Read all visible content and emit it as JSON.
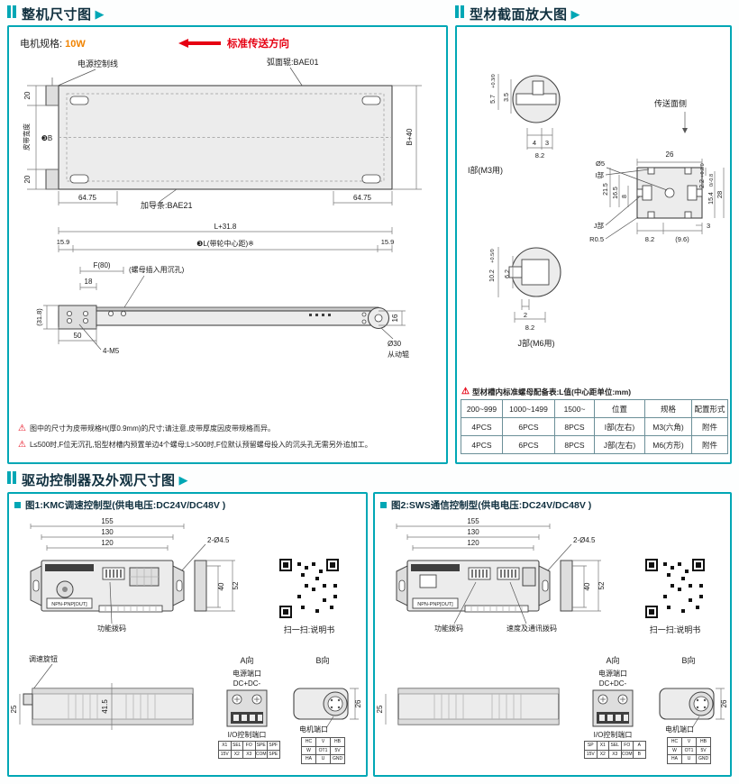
{
  "sections": {
    "overall_title": "整机尺寸图",
    "profile_title": "型材截面放大图",
    "controller_title": "驱动控制器及外观尺寸图"
  },
  "overall": {
    "motor_label": "电机规格:",
    "motor_value": "10W",
    "direction": "标准传送方向",
    "power_line": "电源控制线",
    "crown_roller": "弧面辊:BAE01",
    "guide_strip": "加导条:BAE21",
    "belt_b": "❸B",
    "belt_width": "皮带宽度",
    "d20_top": "20",
    "d20_bottom": "20",
    "b40": "B+40",
    "d6475_l": "64.75",
    "d6475_r": "64.75",
    "l318": "L+31.8",
    "d159_l": "15.9",
    "d159_r": "15.9",
    "l_center": "❸L(带轮中心距)※",
    "f80": "F(80)",
    "d18": "18",
    "counterbore_note": "(螺母插入用沉孔)",
    "d50": "50",
    "m5": "4-M5",
    "d318": "(31.8)",
    "d16": "16",
    "dia30": "Ø30",
    "driven_roller": "从动辊",
    "note1": "图中的尺寸为皮带规格H(厚0.9mm)的尺寸;请注意,皮带厚度因皮带规格而异。",
    "note2": "L≤500时,F位无沉孔,铝型材槽内预置单边4个螺母;L>500时,F位默认预留螺母投入的沉头孔无需另外追加工。"
  },
  "profile": {
    "transfer_side": "传送面侧",
    "i_label": "I部",
    "j_label": "J部",
    "i_detail": "I部(M3用)",
    "j_detail": "J部(M6用)",
    "d57": "5.7",
    "d57_tol": "+0.3/0",
    "d35": "3.5",
    "d4": "4",
    "d3_i": "3",
    "d82_i": "8.2",
    "dia5": "Ø5",
    "d26": "26",
    "d22": "2.2",
    "d22_tol": "+0.2/0",
    "d215": "21.5",
    "d165": "16.5",
    "d8": "8",
    "d154": "15.4",
    "d154_tol": "0/-0.8",
    "d28": "28",
    "r05": "R0.5",
    "d3_r": "3",
    "d82_b": "8.2",
    "d96": "(9.6)",
    "d102": "10.2",
    "d102_tol": "+0.5/0",
    "d62": "6.2",
    "d2": "2",
    "d82_j": "8.2",
    "table_title": "型材槽内标准螺母配备表:L值(中心距单位:mm)",
    "table_rows": [
      [
        "200~999",
        "1000~1499",
        "1500~",
        "位置",
        "规格",
        "配置形式"
      ],
      [
        "4PCS",
        "6PCS",
        "8PCS",
        "I部(左右)",
        "M3(六角)",
        "附件"
      ],
      [
        "4PCS",
        "6PCS",
        "8PCS",
        "J部(左右)",
        "M6(方形)",
        "附件"
      ]
    ]
  },
  "fig1": {
    "title": "图1:KMC调速控制型(供电电压:DC24V/DC48V )",
    "d155": "155",
    "d130": "130",
    "d120": "120",
    "holes": "2-Ø4.5",
    "d40": "40",
    "d52": "52",
    "npn": "NPN-PNP[OUT]",
    "dip_label": "功能拨码",
    "qr_label": "扫一扫:说明书",
    "knob_label": "调速旋钮",
    "d415": "41.5",
    "d25": "25",
    "a_view": "A向",
    "b_view": "B向",
    "power_port": "电源端口",
    "power_dc": "DC+DC-",
    "io_port": "I/O控制端口",
    "motor_port": "电机端口",
    "d26": "26",
    "io_cells": [
      [
        "X1",
        "SEL",
        "FO",
        "SPE",
        "SPF"
      ],
      [
        "15V",
        "X2",
        "X3",
        "COM",
        "SPE"
      ]
    ],
    "motor_cells": [
      [
        "HC",
        "V",
        "HB"
      ],
      [
        "W",
        "OT1",
        "5V"
      ],
      [
        "HA",
        "U",
        "GND"
      ]
    ]
  },
  "fig2": {
    "title": "图2:SWS通信控制型(供电电压:DC24V/DC48V )",
    "d155": "155",
    "d130": "130",
    "d120": "120",
    "holes": "2-Ø4.5",
    "d40": "40",
    "d52": "52",
    "npn": "NPN-PNP[OUT]",
    "dip_label": "功能拨码",
    "dip2_label": "速度及通讯拨码",
    "qr_label": "扫一扫:说明书",
    "d25": "25",
    "a_view": "A向",
    "b_view": "B向",
    "power_port": "电源端口",
    "power_dc": "DC+DC-",
    "io_port": "I/O控制端口",
    "motor_port": "电机端口",
    "d26": "26",
    "io_cells": [
      [
        "SP",
        "X1",
        "SEL",
        "FO",
        "A"
      ],
      [
        "15V",
        "X2",
        "X3",
        "COM",
        "B"
      ]
    ],
    "motor_cells": [
      [
        "HC",
        "V",
        "HB"
      ],
      [
        "W",
        "OT1",
        "5V"
      ],
      [
        "HA",
        "U",
        "GND"
      ]
    ]
  }
}
